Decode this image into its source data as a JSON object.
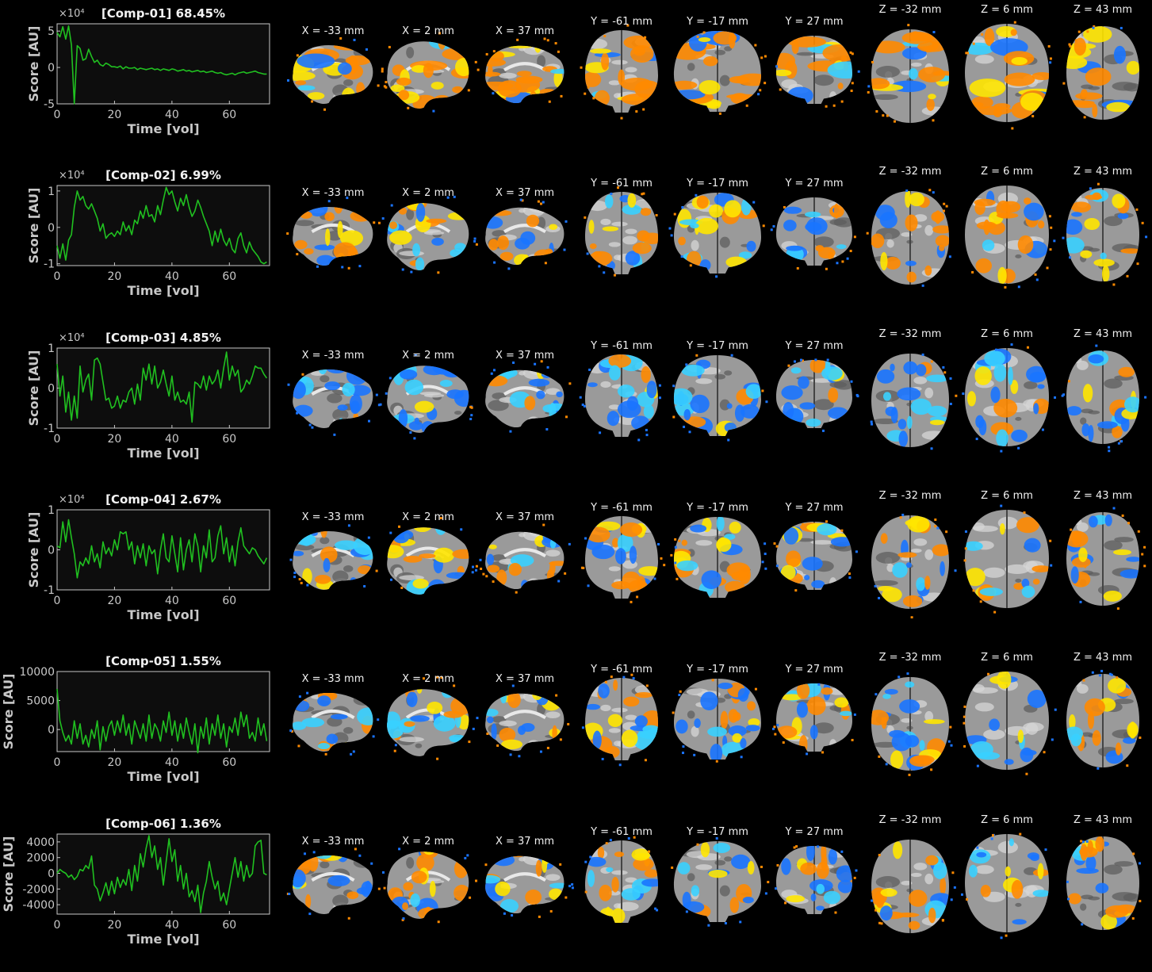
{
  "colors": {
    "background": "#000000",
    "panel": "#0d0d0d",
    "axis": "#c8c8c8",
    "text": "#f2f2f2",
    "trace": "#20c020",
    "positive": "#ff8a00",
    "positive_hot": "#ffe600",
    "negative": "#1a74ff",
    "negative_light": "#39d0ff",
    "brain": "#9a9a9a"
  },
  "slice_labels": [
    "X = -33 mm",
    "X = 2 mm",
    "X = 37 mm",
    "Y = -61 mm",
    "Y = -17 mm",
    "Y = 27 mm",
    "Z = -32 mm",
    "Z = 6 mm",
    "Z = 43 mm"
  ],
  "slice_icons": [
    "sagittal-brain-slice",
    "sagittal-brain-slice",
    "sagittal-brain-slice",
    "coronal-brain-slice",
    "coronal-brain-slice",
    "coronal-brain-slice",
    "axial-brain-slice",
    "axial-brain-slice",
    "axial-brain-slice"
  ],
  "chart_data": [
    {
      "type": "line",
      "title": "[Comp-01] 68.45%",
      "xlabel": "Time [vol]",
      "ylabel": "Score [AU]",
      "y_exponent": "×10⁴",
      "xlim": [
        0,
        74
      ],
      "ylim": [
        -5,
        6
      ],
      "xticks": [
        "0",
        "20",
        "40",
        "60"
      ],
      "yticks": [
        {
          "v": 5,
          "label": "5"
        },
        {
          "v": 0,
          "label": "0"
        },
        {
          "v": -5,
          "label": "-5"
        }
      ],
      "x": [
        0,
        1,
        2,
        3,
        4,
        5,
        6,
        7,
        8,
        9,
        10,
        11,
        12,
        13,
        14,
        15,
        16,
        17,
        18,
        19,
        20,
        21,
        22,
        23,
        24,
        25,
        26,
        27,
        28,
        29,
        30,
        31,
        32,
        33,
        34,
        35,
        36,
        37,
        38,
        39,
        40,
        41,
        42,
        43,
        44,
        45,
        46,
        47,
        48,
        49,
        50,
        51,
        52,
        53,
        54,
        55,
        56,
        57,
        58,
        59,
        60,
        61,
        62,
        63,
        64,
        65,
        66,
        67,
        68,
        69,
        70,
        71,
        72,
        73
      ],
      "values": [
        4.8,
        4.2,
        5.6,
        3.9,
        5.7,
        3.1,
        -5.0,
        3.0,
        2.6,
        1.0,
        1.2,
        2.5,
        1.5,
        0.7,
        1.0,
        0.4,
        0.2,
        0.6,
        0.4,
        0.1,
        0.1,
        0.0,
        0.2,
        -0.2,
        0.1,
        -0.1,
        -0.1,
        0.0,
        -0.3,
        -0.1,
        -0.2,
        -0.3,
        -0.2,
        -0.1,
        -0.3,
        -0.2,
        -0.4,
        -0.2,
        -0.3,
        -0.4,
        -0.2,
        -0.3,
        -0.5,
        -0.4,
        -0.3,
        -0.5,
        -0.4,
        -0.6,
        -0.5,
        -0.4,
        -0.6,
        -0.5,
        -0.7,
        -0.6,
        -0.5,
        -0.7,
        -0.8,
        -0.7,
        -0.9,
        -1.0,
        -0.9,
        -0.8,
        -1.0,
        -0.8,
        -0.7,
        -0.6,
        -0.8,
        -0.7,
        -0.6,
        -0.5,
        -0.7,
        -0.8,
        -0.9,
        -0.9
      ]
    },
    {
      "type": "line",
      "title": "[Comp-02] 6.99%",
      "xlabel": "Time [vol]",
      "ylabel": "Score [AU]",
      "y_exponent": "×10⁴",
      "xlim": [
        0,
        74
      ],
      "ylim": [
        -1.05,
        1.15
      ],
      "xticks": [
        "0",
        "20",
        "40",
        "60"
      ],
      "yticks": [
        {
          "v": 1,
          "label": "1"
        },
        {
          "v": 0,
          "label": "0"
        },
        {
          "v": -1,
          "label": "-1"
        }
      ],
      "x": [
        0,
        1,
        2,
        3,
        4,
        5,
        6,
        7,
        8,
        9,
        10,
        11,
        12,
        13,
        14,
        15,
        16,
        17,
        18,
        19,
        20,
        21,
        22,
        23,
        24,
        25,
        26,
        27,
        28,
        29,
        30,
        31,
        32,
        33,
        34,
        35,
        36,
        37,
        38,
        39,
        40,
        41,
        42,
        43,
        44,
        45,
        46,
        47,
        48,
        49,
        50,
        51,
        52,
        53,
        54,
        55,
        56,
        57,
        58,
        59,
        60,
        61,
        62,
        63,
        64,
        65,
        66,
        67,
        68,
        69,
        70,
        71,
        72,
        73
      ],
      "values": [
        -0.5,
        -0.85,
        -0.45,
        -0.9,
        -0.35,
        -0.2,
        0.55,
        1.0,
        0.75,
        0.85,
        0.6,
        0.5,
        0.65,
        0.45,
        0.25,
        -0.1,
        0.1,
        -0.3,
        -0.2,
        -0.15,
        -0.25,
        -0.1,
        -0.2,
        0.15,
        -0.1,
        0.05,
        -0.2,
        0.2,
        0.1,
        0.45,
        0.25,
        0.6,
        0.3,
        0.35,
        0.15,
        0.6,
        0.35,
        0.75,
        1.1,
        0.9,
        1.0,
        0.7,
        0.45,
        0.8,
        0.6,
        0.9,
        0.55,
        0.3,
        0.45,
        0.75,
        0.55,
        0.3,
        0.1,
        -0.1,
        -0.5,
        -0.1,
        -0.4,
        -0.05,
        -0.35,
        -0.5,
        -0.3,
        -0.6,
        -0.7,
        -0.3,
        -0.15,
        -0.5,
        -0.7,
        -0.4,
        -0.6,
        -0.7,
        -0.8,
        -0.95,
        -1.0,
        -0.95
      ]
    },
    {
      "type": "line",
      "title": "[Comp-03] 4.85%",
      "xlabel": "Time [vol]",
      "ylabel": "Score [AU]",
      "y_exponent": "×10⁴",
      "xlim": [
        0,
        74
      ],
      "ylim": [
        -1.0,
        1.0
      ],
      "xticks": [
        "0",
        "20",
        "40",
        "60"
      ],
      "yticks": [
        {
          "v": 1,
          "label": "1"
        },
        {
          "v": 0,
          "label": "0"
        },
        {
          "v": -1,
          "label": "-1"
        }
      ],
      "x": [
        0,
        1,
        2,
        3,
        4,
        5,
        6,
        7,
        8,
        9,
        10,
        11,
        12,
        13,
        14,
        15,
        16,
        17,
        18,
        19,
        20,
        21,
        22,
        23,
        24,
        25,
        26,
        27,
        28,
        29,
        30,
        31,
        32,
        33,
        34,
        35,
        36,
        37,
        38,
        39,
        40,
        41,
        42,
        43,
        44,
        45,
        46,
        47,
        48,
        49,
        50,
        51,
        52,
        53,
        54,
        55,
        56,
        57,
        58,
        59,
        60,
        61,
        62,
        63,
        64,
        65,
        66,
        67,
        68,
        69,
        70,
        71,
        72,
        73
      ],
      "values": [
        0.6,
        -0.2,
        0.3,
        -0.6,
        -0.1,
        -0.8,
        -0.2,
        -0.75,
        0.55,
        -0.1,
        0.2,
        0.35,
        -0.3,
        0.7,
        0.75,
        0.6,
        0.15,
        -0.3,
        -0.25,
        -0.5,
        -0.45,
        -0.2,
        -0.5,
        -0.3,
        -0.35,
        -0.1,
        0.0,
        -0.4,
        0.1,
        -0.3,
        0.5,
        0.2,
        0.6,
        0.1,
        0.55,
        0.0,
        0.15,
        0.45,
        0.1,
        -0.2,
        0.3,
        -0.3,
        -0.1,
        -0.35,
        -0.3,
        -0.4,
        -0.1,
        -0.85,
        0.15,
        0.1,
        0.0,
        0.3,
        -0.05,
        0.3,
        0.1,
        0.2,
        0.45,
        0.0,
        0.5,
        0.9,
        0.2,
        0.55,
        0.3,
        0.45,
        -0.1,
        0.0,
        0.2,
        0.1,
        0.3,
        0.55,
        0.5,
        0.5,
        0.35,
        0.25
      ]
    },
    {
      "type": "line",
      "title": "[Comp-04] 2.67%",
      "xlabel": "Time [vol]",
      "ylabel": "Score [AU]",
      "y_exponent": "×10⁴",
      "xlim": [
        0,
        74
      ],
      "ylim": [
        -1.0,
        1.0
      ],
      "xticks": [
        "0",
        "20",
        "40",
        "60"
      ],
      "yticks": [
        {
          "v": 1,
          "label": "1"
        },
        {
          "v": 0,
          "label": "0"
        },
        {
          "v": -1,
          "label": "-1"
        }
      ],
      "x": [
        0,
        1,
        2,
        3,
        4,
        5,
        6,
        7,
        8,
        9,
        10,
        11,
        12,
        13,
        14,
        15,
        16,
        17,
        18,
        19,
        20,
        21,
        22,
        23,
        24,
        25,
        26,
        27,
        28,
        29,
        30,
        31,
        32,
        33,
        34,
        35,
        36,
        37,
        38,
        39,
        40,
        41,
        42,
        43,
        44,
        45,
        46,
        47,
        48,
        49,
        50,
        51,
        52,
        53,
        54,
        55,
        56,
        57,
        58,
        59,
        60,
        61,
        62,
        63,
        64,
        65,
        66,
        67,
        68,
        69,
        70,
        71,
        72,
        73
      ],
      "values": [
        0.1,
        0.05,
        0.7,
        0.2,
        0.75,
        0.3,
        -0.1,
        -0.7,
        -0.3,
        -0.4,
        -0.2,
        -0.35,
        0.1,
        -0.3,
        -0.1,
        -0.45,
        0.2,
        -0.1,
        0.05,
        -0.15,
        0.25,
        0.0,
        0.45,
        0.4,
        0.45,
        0.0,
        0.2,
        -0.35,
        0.1,
        -0.2,
        0.15,
        -0.4,
        0.1,
        -0.1,
        0.0,
        -0.6,
        0.0,
        0.4,
        -0.2,
        -0.3,
        0.35,
        -0.1,
        -0.55,
        0.3,
        -0.5,
        0.0,
        0.25,
        -0.3,
        0.4,
        0.1,
        -0.55,
        0.1,
        -0.2,
        0.5,
        -0.3,
        -0.2,
        0.35,
        0.6,
        -0.1,
        0.3,
        -0.3,
        0.1,
        -0.4,
        0.2,
        0.55,
        0.1,
        0.0,
        -0.1,
        0.05,
        0.0,
        -0.15,
        -0.25,
        -0.35,
        -0.2
      ]
    },
    {
      "type": "line",
      "title": "[Comp-05] 1.55%",
      "xlabel": "Time [vol]",
      "ylabel": "Score [AU]",
      "y_exponent": "",
      "xlim": [
        0,
        74
      ],
      "ylim": [
        -3800,
        10000
      ],
      "xticks": [
        "0",
        "20",
        "40",
        "60"
      ],
      "yticks": [
        {
          "v": 10000,
          "label": "10000"
        },
        {
          "v": 5000,
          "label": "5000"
        },
        {
          "v": 0,
          "label": "0"
        }
      ],
      "x": [
        0,
        1,
        2,
        3,
        4,
        5,
        6,
        7,
        8,
        9,
        10,
        11,
        12,
        13,
        14,
        15,
        16,
        17,
        18,
        19,
        20,
        21,
        22,
        23,
        24,
        25,
        26,
        27,
        28,
        29,
        30,
        31,
        32,
        33,
        34,
        35,
        36,
        37,
        38,
        39,
        40,
        41,
        42,
        43,
        44,
        45,
        46,
        47,
        48,
        49,
        50,
        51,
        52,
        53,
        54,
        55,
        56,
        57,
        58,
        59,
        60,
        61,
        62,
        63,
        64,
        65,
        66,
        67,
        68,
        69,
        70,
        71,
        72,
        73
      ],
      "values": [
        7000,
        1500,
        -500,
        -2000,
        -1000,
        -2500,
        1500,
        -1500,
        1000,
        -2500,
        -1000,
        -3000,
        0,
        -1500,
        1500,
        -3500,
        500,
        -2000,
        500,
        1500,
        -1000,
        1500,
        -500,
        2500,
        -1000,
        1000,
        -2500,
        1500,
        0,
        -1500,
        1000,
        -2000,
        2500,
        -1500,
        1000,
        0,
        -2000,
        1500,
        -500,
        3000,
        -1000,
        1500,
        -2000,
        1000,
        -1500,
        2000,
        -500,
        -2500,
        1000,
        -4000,
        500,
        -1500,
        2000,
        -2500,
        1000,
        -1000,
        2500,
        -1500,
        1000,
        -3000,
        500,
        -500,
        2000,
        -1000,
        3000,
        500,
        2500,
        -1500,
        -500,
        -2000,
        2000,
        -1000,
        1000,
        -2000
      ]
    },
    {
      "type": "line",
      "title": "[Comp-06] 1.36%",
      "xlabel": "Time [vol]",
      "ylabel": "Score [AU]",
      "y_exponent": "",
      "xlim": [
        0,
        74
      ],
      "ylim": [
        -5200,
        5000
      ],
      "xticks": [
        "0",
        "20",
        "40",
        "60"
      ],
      "yticks": [
        {
          "v": 4000,
          "label": "4000"
        },
        {
          "v": 2000,
          "label": "2000"
        },
        {
          "v": 0,
          "label": "0"
        },
        {
          "v": -2000,
          "label": "-2000"
        },
        {
          "v": -4000,
          "label": "-4000"
        }
      ],
      "x": [
        0,
        1,
        2,
        3,
        4,
        5,
        6,
        7,
        8,
        9,
        10,
        11,
        12,
        13,
        14,
        15,
        16,
        17,
        18,
        19,
        20,
        21,
        22,
        23,
        24,
        25,
        26,
        27,
        28,
        29,
        30,
        31,
        32,
        33,
        34,
        35,
        36,
        37,
        38,
        39,
        40,
        41,
        42,
        43,
        44,
        45,
        46,
        47,
        48,
        49,
        50,
        51,
        52,
        53,
        54,
        55,
        56,
        57,
        58,
        59,
        60,
        61,
        62,
        63,
        64,
        65,
        66,
        67,
        68,
        69,
        70,
        71,
        72,
        73
      ],
      "values": [
        0,
        500,
        200,
        0,
        -500,
        -200,
        -800,
        -400,
        500,
        300,
        1000,
        600,
        2200,
        -1500,
        -2000,
        -3500,
        -2500,
        -1200,
        -2800,
        -1000,
        -2600,
        -500,
        -1800,
        -800,
        -1500,
        500,
        -2200,
        1000,
        -1000,
        2500,
        800,
        3200,
        4800,
        2000,
        3500,
        500,
        2000,
        -1500,
        1500,
        4400,
        1500,
        3000,
        -1000,
        1000,
        -2000,
        0,
        -3000,
        -2200,
        -3600,
        -1500,
        -5000,
        -2500,
        -1000,
        1500,
        -500,
        -2000,
        -1000,
        -3500,
        -2500,
        -4000,
        -2000,
        0,
        2000,
        -500,
        1500,
        -1000,
        1000,
        -500,
        0,
        3500,
        4000,
        4200,
        0,
        -200
      ]
    }
  ]
}
